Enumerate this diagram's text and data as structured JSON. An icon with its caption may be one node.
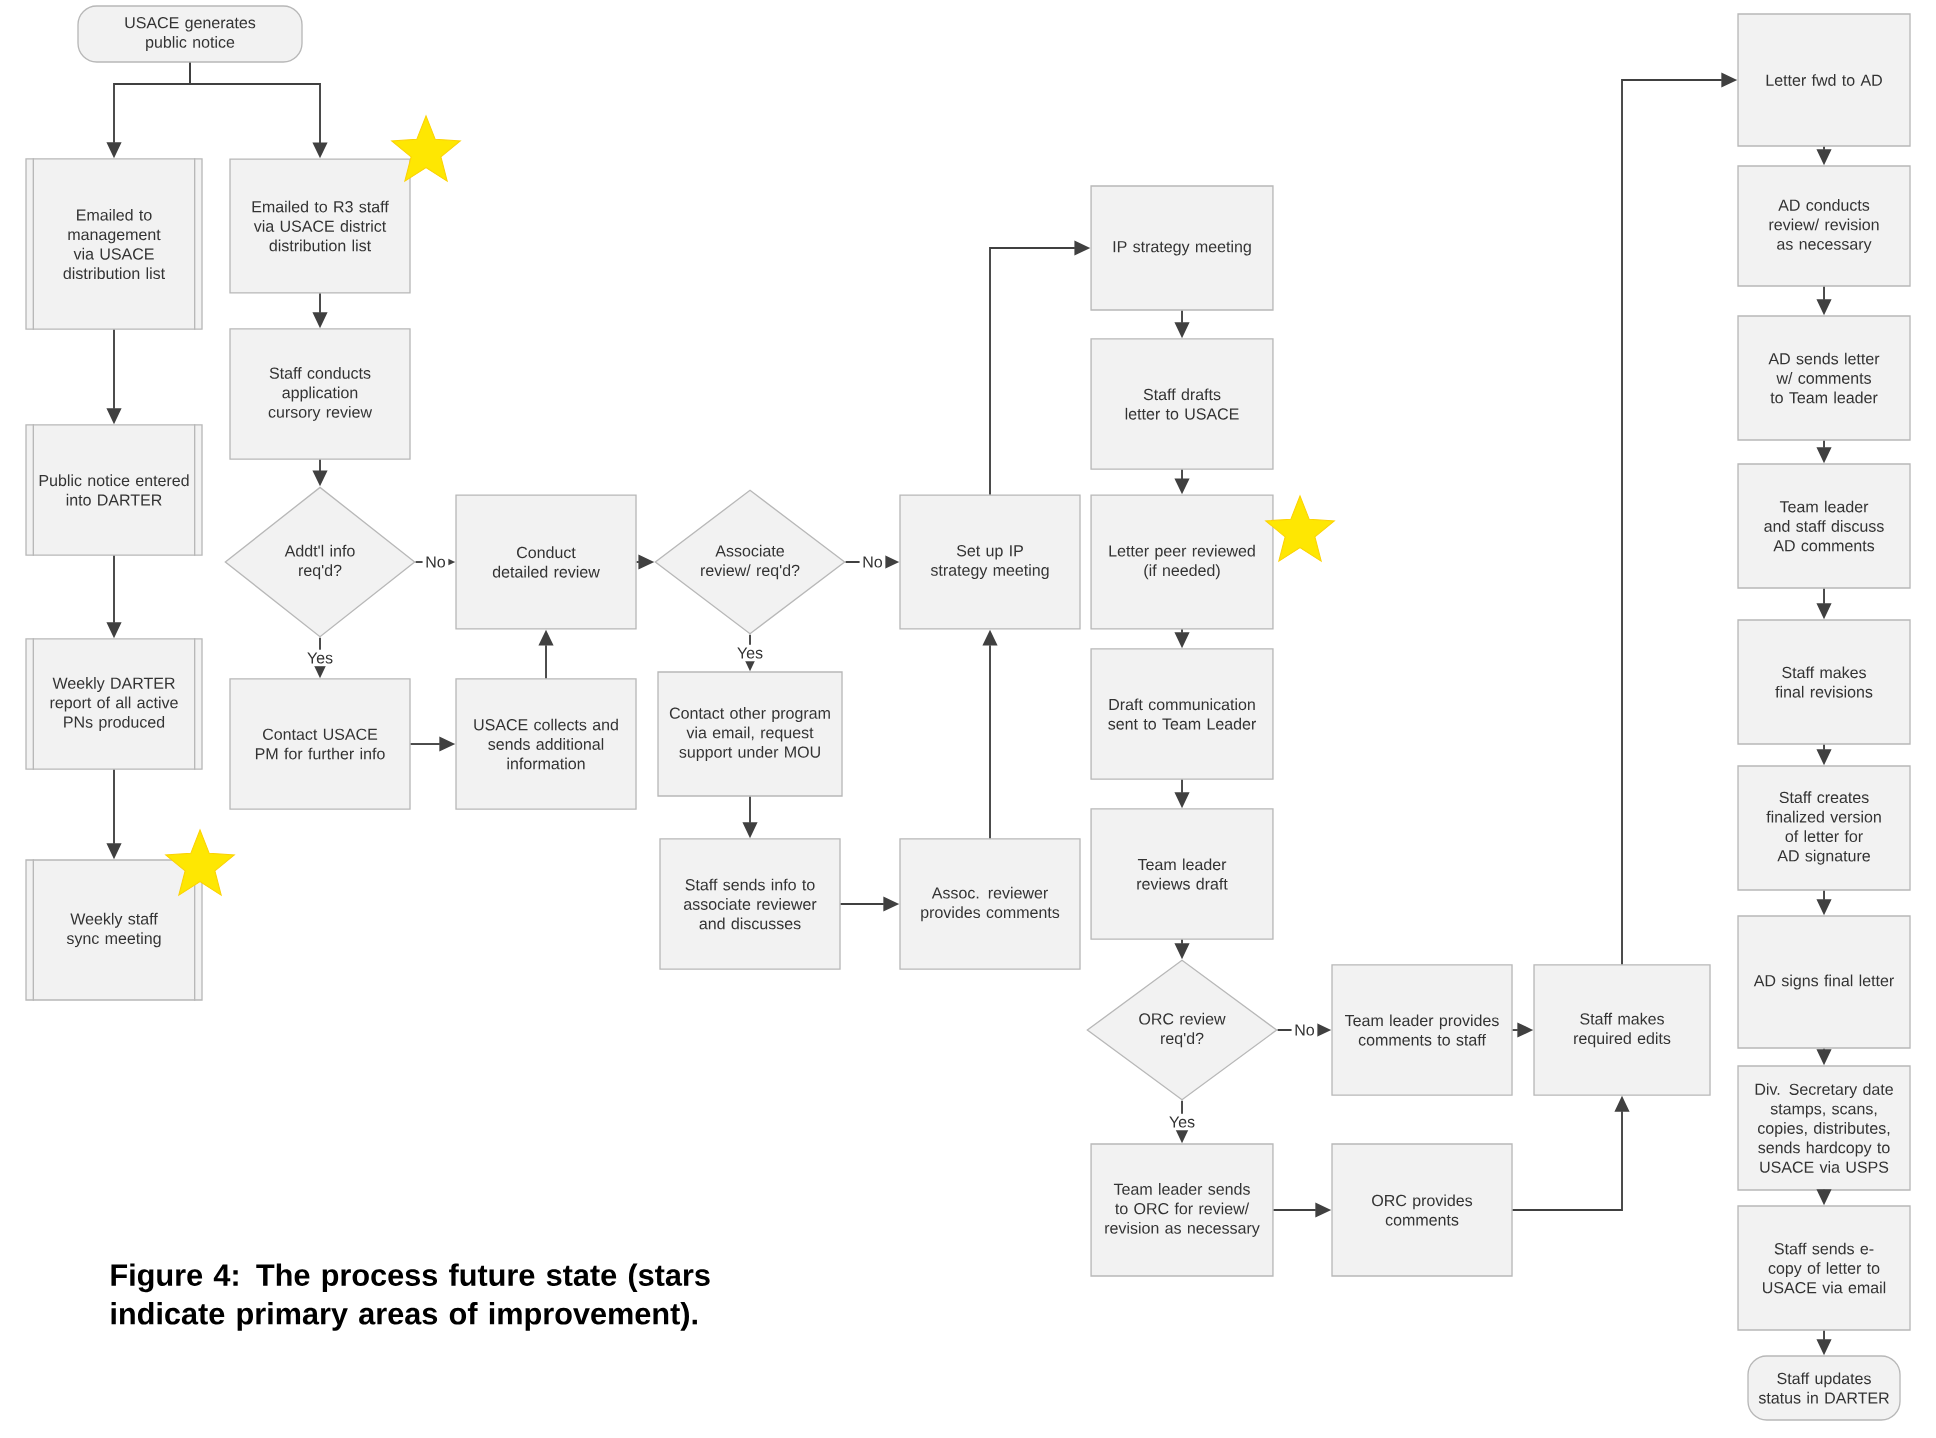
{
  "diagram": {
    "caption": "Figure 4: The process future state (stars indicate primary areas of improvement).",
    "nodes": [
      {
        "text": [
          "USACE generates public notice"
        ]
      },
      {
        "text": [
          "Emailed to management via USACE distribution list"
        ]
      },
      {
        "text": [
          "Emailed to R3 staff via USACE district distribution list"
        ]
      },
      {
        "text": [
          "Staff conducts application cursory review"
        ]
      },
      {
        "text": [
          "Public notice entered into DARTER"
        ]
      },
      {
        "text": [
          "Addt'l info req'd?"
        ]
      },
      {
        "text": [
          "Conduct detailed review"
        ]
      },
      {
        "text": [
          "Weekly DARTER report of all active PNs produced"
        ]
      },
      {
        "text": [
          "Contact USACE PM for further info"
        ]
      },
      {
        "text": [
          "USACE collects and sends additional information"
        ]
      },
      {
        "text": [
          "Weekly staff sync meeting"
        ]
      },
      {
        "text": [
          "Associate review/ req'd?"
        ]
      },
      {
        "text": [
          "Set up IP strategy meeting"
        ]
      },
      {
        "text": [
          "Contact other program via email, request support under MOU"
        ]
      },
      {
        "text": [
          "Staff sends info to associate reviewer and discusses"
        ]
      },
      {
        "text": [
          "Assoc. reviewer provides comments"
        ]
      },
      {
        "text": [
          "IP strategy meeting"
        ]
      },
      {
        "text": [
          "Staff drafts letter to USACE"
        ]
      },
      {
        "text": [
          "Letter peer reviewed (if needed)"
        ]
      },
      {
        "text": [
          "Draft communication sent to Team Leader"
        ]
      },
      {
        "text": [
          "Team leader reviews draft"
        ]
      },
      {
        "text": [
          "ORC review req'd?"
        ]
      },
      {
        "text": [
          "Team leader provides comments to staff"
        ]
      },
      {
        "text": [
          "Staff makes required edits"
        ]
      },
      {
        "text": [
          "Team leader sends to ORC for review/ revision as necessary"
        ]
      },
      {
        "text": [
          "ORC provides comments"
        ]
      },
      {
        "text": [
          "Letter fwd to AD"
        ]
      },
      {
        "text": [
          "AD conducts review/ revision as necessary"
        ]
      },
      {
        "text": [
          "AD sends letter w/ comments to Team leader"
        ]
      },
      {
        "text": [
          "Team leader and staff discuss AD comments"
        ]
      },
      {
        "text": [
          "Staff makes final revisions"
        ]
      },
      {
        "text": [
          "Staff creates finalized version of letter for AD signature"
        ]
      },
      {
        "text": [
          "AD signs final letter"
        ]
      },
      {
        "text": [
          "Div. Secretary date stamps, scans, copies, distributes, sends hardcopy to USACE via USPS"
        ]
      },
      {
        "text": [
          "Staff sends e-copy of letter to USACE via email"
        ]
      },
      {
        "text": [
          "Staff updates status in DARTER"
        ]
      }
    ],
    "edges": [
      {
        "from": 0,
        "to": 1,
        "arrow": "to"
      },
      {
        "from": 0,
        "to": 2,
        "arrow": "to"
      },
      {
        "from": 1,
        "to": 4,
        "arrow": "to"
      },
      {
        "from": 4,
        "to": 7,
        "arrow": "to"
      },
      {
        "from": 7,
        "to": 10,
        "arrow": "to"
      },
      {
        "from": 2,
        "to": 3,
        "arrow": "to"
      },
      {
        "from": 3,
        "to": 5,
        "arrow": "to"
      },
      {
        "from": 5,
        "to": 6,
        "arrow": "to",
        "label": "No"
      },
      {
        "from": 5,
        "to": 8,
        "arrow": "to",
        "label": "Yes"
      },
      {
        "from": 8,
        "to": 9,
        "arrow": "to"
      },
      {
        "from": 9,
        "to": 6,
        "arrow": "to"
      },
      {
        "from": 6,
        "to": 11,
        "arrow": "to"
      },
      {
        "from": 11,
        "to": 12,
        "arrow": "to",
        "label": "No"
      },
      {
        "from": 11,
        "to": 13,
        "arrow": "to",
        "label": "Yes"
      },
      {
        "from": 13,
        "to": 14,
        "arrow": "to"
      },
      {
        "from": 14,
        "to": 15,
        "arrow": "to"
      },
      {
        "from": 15,
        "to": 12,
        "arrow": "to"
      },
      {
        "from": 12,
        "to": 16,
        "arrow": "to"
      },
      {
        "from": 16,
        "to": 17,
        "arrow": "to"
      },
      {
        "from": 17,
        "to": 18,
        "arrow": "to"
      },
      {
        "from": 18,
        "to": 19,
        "arrow": "to"
      },
      {
        "from": 19,
        "to": 20,
        "arrow": "to"
      },
      {
        "from": 20,
        "to": 21,
        "arrow": "to"
      },
      {
        "from": 21,
        "to": 22,
        "arrow": "to",
        "label": "No"
      },
      {
        "from": 21,
        "to": 24,
        "arrow": "to",
        "label": "Yes"
      },
      {
        "from": 22,
        "to": 23,
        "arrow": "to"
      },
      {
        "from": 24,
        "to": 25,
        "arrow": "to"
      },
      {
        "from": 25,
        "to": 23,
        "arrow": "to"
      },
      {
        "from": 23,
        "to": 26,
        "arrow": "to"
      },
      {
        "from": 26,
        "to": 27,
        "arrow": "to"
      },
      {
        "from": 27,
        "to": 28,
        "arrow": "to"
      },
      {
        "from": 28,
        "to": 29,
        "arrow": "to"
      },
      {
        "from": 29,
        "to": 30,
        "arrow": "to"
      },
      {
        "from": 30,
        "to": 31,
        "arrow": "to"
      },
      {
        "from": 31,
        "to": 32,
        "arrow": "to"
      },
      {
        "from": 32,
        "to": 33,
        "arrow": "to"
      },
      {
        "from": 33,
        "to": 34,
        "arrow": "to"
      },
      {
        "from": 34,
        "to": 35,
        "arrow": "to"
      }
    ]
  }
}
